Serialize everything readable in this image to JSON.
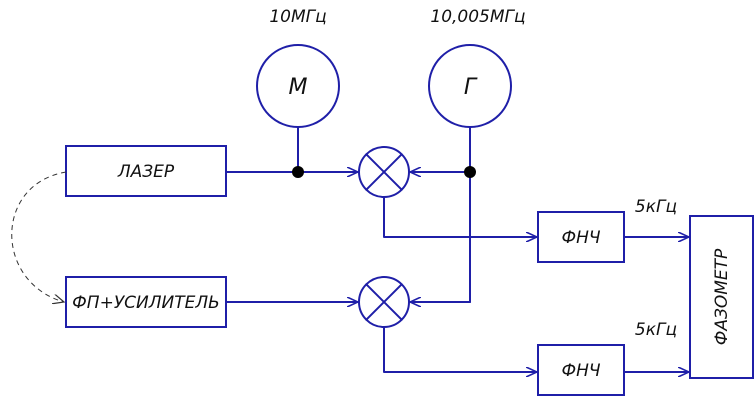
{
  "labels": {
    "laser": "ЛАЗЕР",
    "photodetector": "ФП+УСИЛИТЕЛЬ",
    "lpf_top": "ФНЧ",
    "lpf_bottom": "ФНЧ",
    "phasemeter": "ФАЗОМЕТР",
    "gen_m": "М",
    "gen_g": "Г",
    "freq_m": "10МГц",
    "freq_g": "10,005МГц",
    "freq_out_top": "5кГц",
    "freq_out_bottom": "5кГц"
  },
  "colors": {
    "line": "#1f1fa8",
    "node": "#000000",
    "text": "#111111"
  }
}
